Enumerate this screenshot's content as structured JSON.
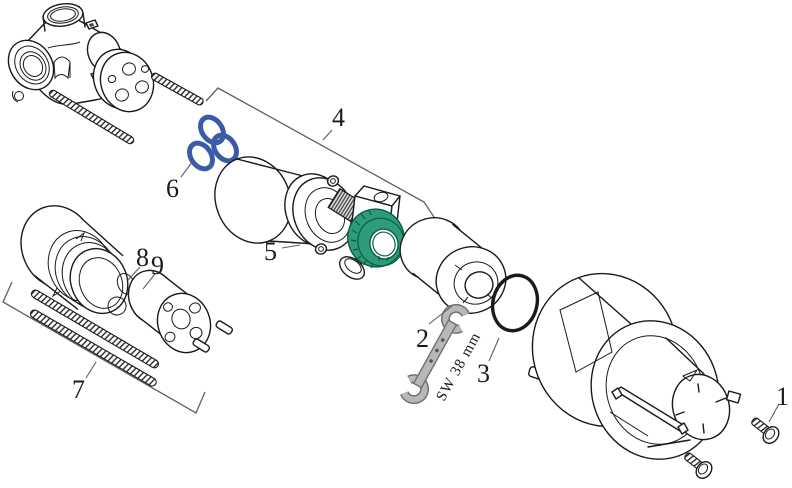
{
  "diagram": {
    "background": "#ffffff",
    "wrench_label": "SW 38 mm",
    "callouts": [
      {
        "label": "1",
        "part": "cap-fixing-screws"
      },
      {
        "label": "2",
        "part": "stop-sleeve"
      },
      {
        "label": "3",
        "part": "o-ring-large"
      },
      {
        "label": "4",
        "part": "cartridge-assembly"
      },
      {
        "label": "5",
        "part": "cartridge-screw"
      },
      {
        "label": "6",
        "part": "trefoil-seal"
      },
      {
        "label": "7",
        "part": "extension-set"
      },
      {
        "label": "8",
        "part": "o-ring-small-upper"
      },
      {
        "label": "9",
        "part": "o-ring-small-lower"
      }
    ],
    "colors": {
      "bg": "#ffffff",
      "line": "#1a1a1a",
      "bracket": "#5f5f5f",
      "seal_blue": "#3a5ca8",
      "nut_green": "#2e9c7b",
      "nut_green_light": "#46b491",
      "nut_green_dark": "#0b5c45",
      "wrench_fill": "#b8b8b8",
      "wrench_edge": "#707070"
    }
  }
}
